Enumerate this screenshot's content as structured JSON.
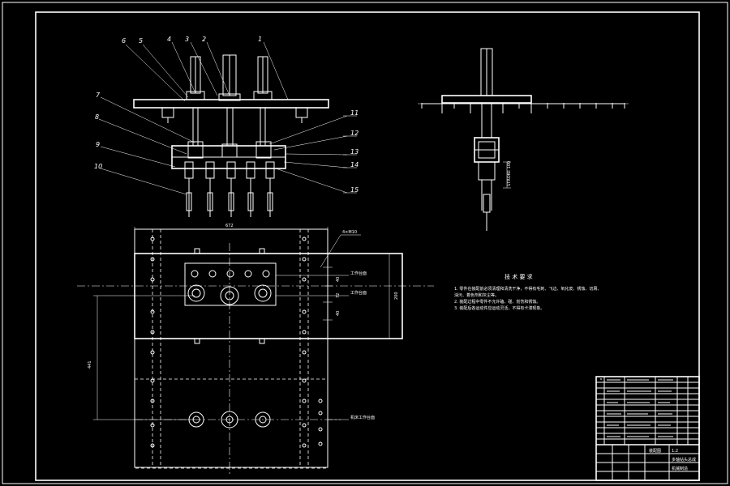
{
  "callouts": [
    "1",
    "2",
    "3",
    "4",
    "5",
    "6",
    "7",
    "8",
    "9",
    "10",
    "11",
    "12",
    "13",
    "14",
    "15"
  ],
  "dimensions": {
    "width_672": "672",
    "holes": "4×M10",
    "dim_200": "200",
    "dim_40_top": "40",
    "dim_72": "72",
    "dim_40_bottom": "40",
    "dim_441": "441",
    "side_stroke": "STROKE 100"
  },
  "notes": {
    "title": "技 术 要 求",
    "lines": [
      "1. 零件在装配前必须清理和清洗干净，不得有毛刺、飞边、氧化皮、锈蚀、切屑、",
      "   油污、着色剂和灰尘等。",
      "2. 装配过程中零件不允许磕、碰、划伤和锈蚀。",
      "3. 装配后各运动件应运动灵活，不得有卡滞现象。"
    ]
  },
  "labels": {
    "plate_label_1": "工作台面",
    "plate_label_2": "工作台面",
    "base_label": "机床工作台面"
  },
  "title_block": {
    "drawing_name": "装配图",
    "part_name": "多轴钻头总成",
    "company": "机械制造",
    "scale": "1:2"
  }
}
